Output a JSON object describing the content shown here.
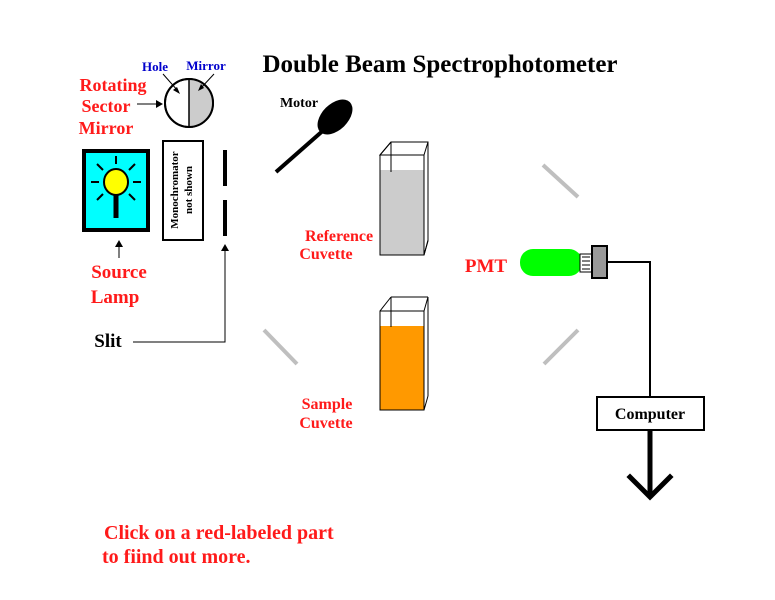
{
  "title": "Double Beam Spectrophotometer",
  "labels": {
    "hole": "Hole",
    "mirror": "Mirror",
    "rotating_sector_mirror": [
      "Rotating",
      "Sector",
      "Mirror"
    ],
    "motor": "Motor",
    "monochromator": [
      "Monochromator",
      "not shown"
    ],
    "source_lamp": [
      "Source",
      "Lamp"
    ],
    "slit": "Slit",
    "reference_cuvette": [
      "Reference",
      "Cuvette"
    ],
    "sample_cuvette": [
      "Sample",
      "Cuvette"
    ],
    "pmt": "PMT",
    "computer": "Computer"
  },
  "instructions": [
    "Click on a red-labeled part",
    "to fiind out more."
  ],
  "colors": {
    "part_label": "#ff1a1a",
    "hole_mirror_label": "#0000cc",
    "lamp_box": "#00ffff",
    "lamp_bulb": "#ffff00",
    "reference_liquid": "#cccccc",
    "sample_liquid": "#ff9900",
    "pmt_tube": "#00ff00",
    "fixed_mirror": "#bfbfbf"
  }
}
